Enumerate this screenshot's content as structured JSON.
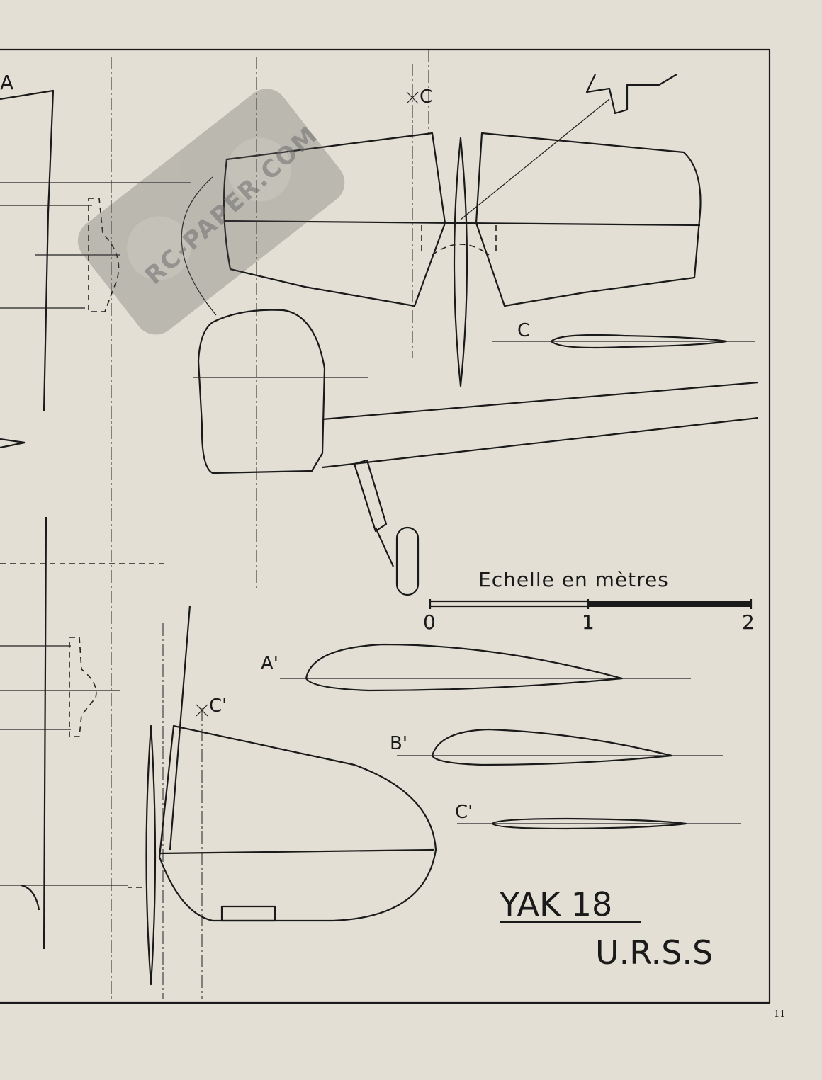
{
  "labels": {
    "section_a_partial": "A",
    "section_c_top": "C",
    "section_c_profile": "C",
    "section_a_prime": "A'",
    "section_b_prime": "B'",
    "section_c_prime": "C'",
    "section_c_prime_top": "C'"
  },
  "scale": {
    "title": "Echelle en mètres",
    "ticks": [
      "0",
      "1",
      "2"
    ]
  },
  "title": {
    "model": "YAK 18",
    "country": "U.R.S.S"
  },
  "watermark": "RC-PAPER.COM",
  "page_number": "11",
  "colors": {
    "paper": "#e3dfd4",
    "ink": "#1a1a1a"
  }
}
